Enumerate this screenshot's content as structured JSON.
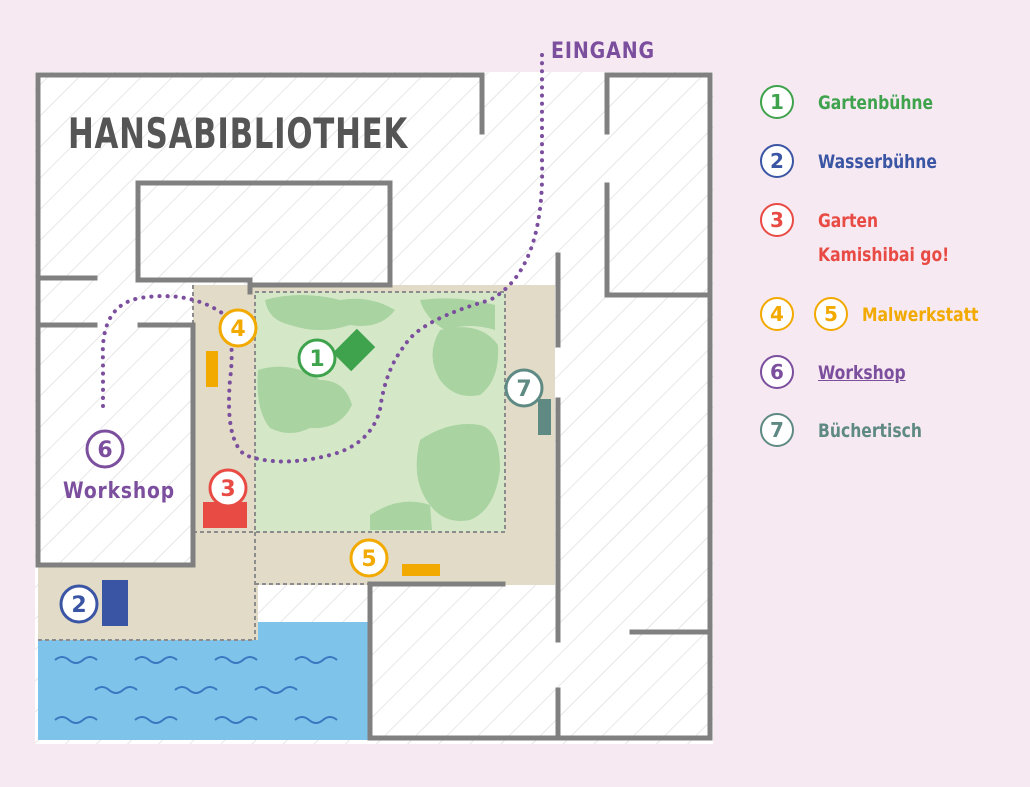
{
  "map": {
    "title": "HANSABIBLIOTHEK",
    "entrance_label": "EINGANG",
    "workshop_map_label": "Workshop"
  },
  "markers": {
    "m1": "1",
    "m2": "2",
    "m3": "3",
    "m4": "4",
    "m5": "5",
    "m6": "6",
    "m7": "7"
  },
  "legend": [
    {
      "numbers": [
        "1"
      ],
      "label": "Gartenbühne",
      "color": "#3fa34d"
    },
    {
      "numbers": [
        "2"
      ],
      "label": "Wasserbühne",
      "color": "#3a55a4"
    },
    {
      "numbers": [
        "3"
      ],
      "label": "Garten",
      "label2": "Kamishibai go!",
      "color": "#e84b44"
    },
    {
      "numbers": [
        "4",
        "5"
      ],
      "label": "Malwerkstatt",
      "color": "#f2a900"
    },
    {
      "numbers": [
        "6"
      ],
      "label": "Workshop",
      "color": "#7b4f9e"
    },
    {
      "numbers": [
        "7"
      ],
      "label": "Büchertisch",
      "color": "#5f8a84"
    }
  ],
  "colors": {
    "background": "#f7e9f1",
    "walls": "#808080",
    "garden": "#d4e8c8",
    "path": "#e2dbc7",
    "water": "#7ec4ea",
    "title": "#555555"
  }
}
